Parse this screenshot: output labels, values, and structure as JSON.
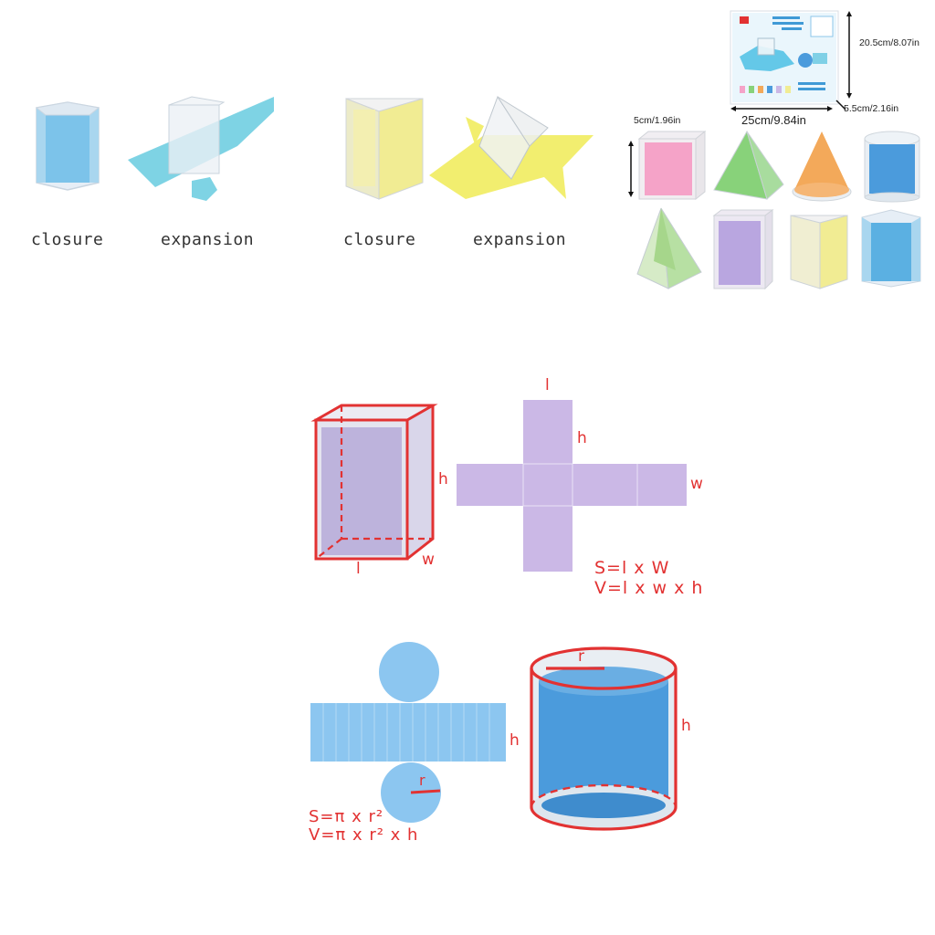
{
  "top_section": {
    "hex_prism": {
      "closed_caption": "closure",
      "open_caption": "expansion"
    },
    "tri_prism": {
      "closed_caption": "closure",
      "open_caption": "expansion"
    }
  },
  "package": {
    "height_label": "20.5cm/8.07in",
    "depth_label": "5.5cm/2.16in",
    "width_label": "25cm/9.84in",
    "shape_label": "5cm/1.96in"
  },
  "cuboid_section": {
    "labels": {
      "l_top": "l",
      "h_net": "h",
      "w_net": "w",
      "h_box": "h",
      "w_box": "w",
      "l_box": "l"
    },
    "formulas": [
      "S=l x W",
      "V=l x w x h"
    ]
  },
  "cylinder_section": {
    "labels": {
      "h_net": "h",
      "r_net": "r",
      "r_cyl": "r",
      "h_cyl": "h"
    },
    "formulas": [
      "S=π x r²",
      "V=π x r² x h"
    ]
  },
  "colors": {
    "blue": "#7cc3ea",
    "yellow": "#f1ec93",
    "purple": "#cbb8e6",
    "pink": "#f5a3c8",
    "green": "#88d27a",
    "orange": "#f3a95a",
    "cyl_blue": "#4b9bdc",
    "red": "#e23232"
  }
}
